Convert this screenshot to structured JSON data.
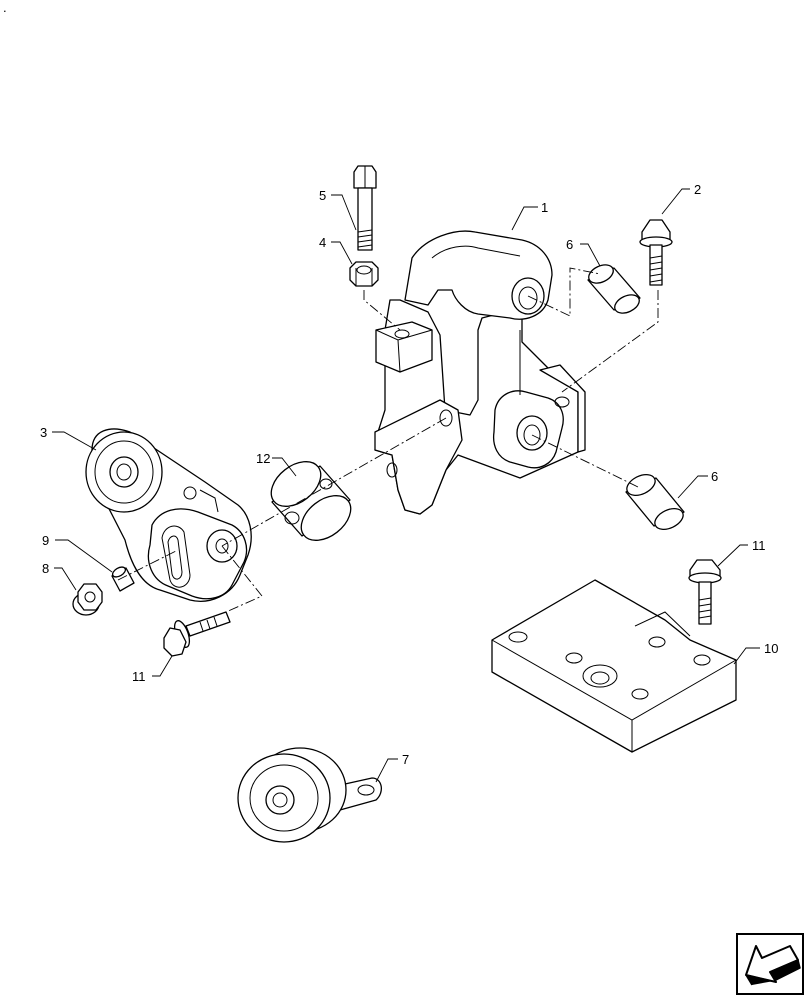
{
  "callouts": {
    "c1": "1",
    "c2": "2",
    "c3": "3",
    "c4": "4",
    "c5": "5",
    "c6a": "6",
    "c6b": "6",
    "c7": "7",
    "c8": "8",
    "c9": "9",
    "c10": "10",
    "c11a": "11",
    "c11b": "11",
    "c12": "12"
  },
  "corner_mark": "."
}
